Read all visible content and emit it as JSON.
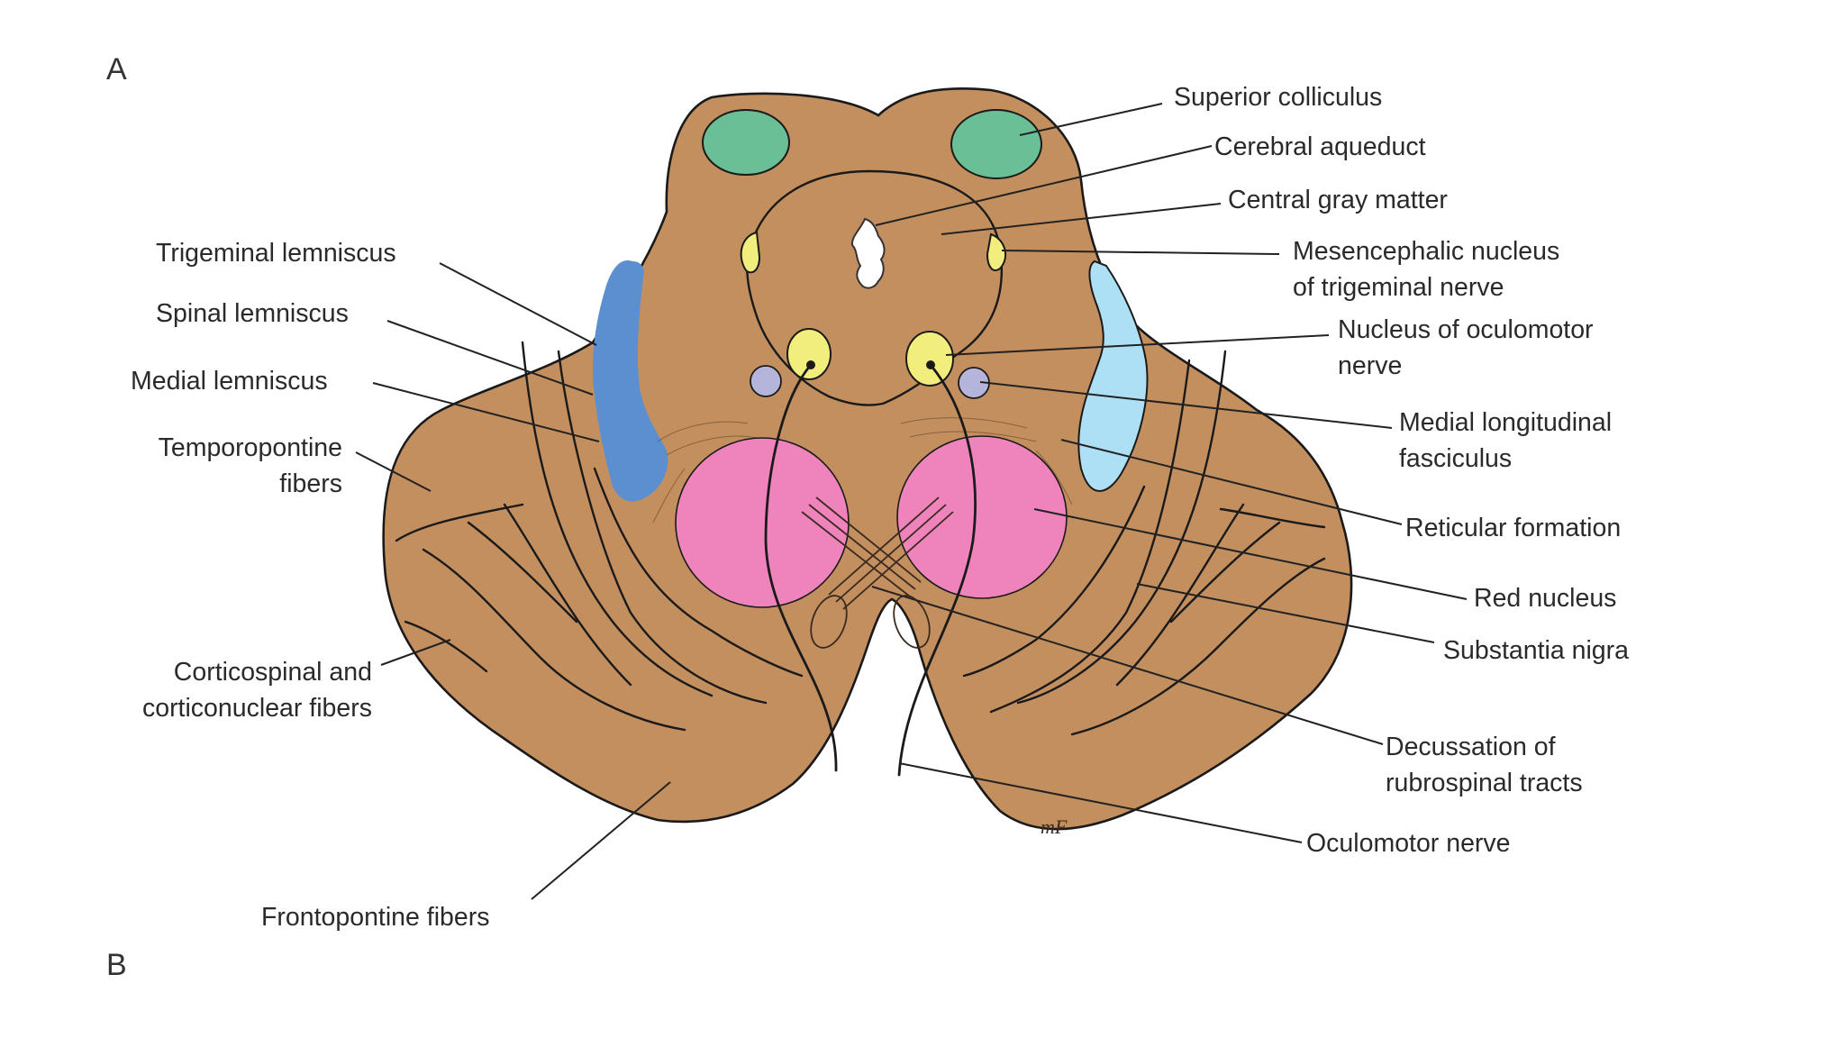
{
  "figure": {
    "corner_top": "A",
    "corner_bottom": "B",
    "signature": "mF"
  },
  "colors": {
    "tissue": "#C38F5E",
    "superior_colliculus": "#6ABF96",
    "trigeminal_lemniscus": "#5B8FD0",
    "medial_longitudinal_fasciculus_right": "#ADE0F4",
    "oculomotor_nucleus": "#F2EE7E",
    "mesencephalic_nucleus": "#F2EE7E",
    "mlf_dots": "#B5B5DC",
    "red_nucleus": "#EF84BD",
    "aqueduct": "#ffffff"
  },
  "labels": {
    "trigeminal_lemniscus": "Trigeminal lemniscus",
    "spinal_lemniscus": "Spinal lemniscus",
    "medial_lemniscus": "Medial lemniscus",
    "temporopontine_1": "Temporopontine",
    "temporopontine_2": "fibers",
    "corticospinal_1": "Corticospinal and",
    "corticospinal_2": "corticonuclear fibers",
    "frontopontine": "Frontopontine fibers",
    "superior_colliculus": "Superior colliculus",
    "cerebral_aqueduct": "Cerebral aqueduct",
    "central_gray": "Central gray matter",
    "mesencephalic_1": "Mesencephalic nucleus",
    "mesencephalic_2": "of trigeminal nerve",
    "oculomotor_nucleus_1": "Nucleus of oculomotor",
    "oculomotor_nucleus_2": "nerve",
    "mlf_1": "Medial longitudinal",
    "mlf_2": "fasciculus",
    "reticular": "Reticular formation",
    "red_nucleus": "Red nucleus",
    "substantia_nigra": "Substantia nigra",
    "decussation_1": "Decussation of",
    "decussation_2": "rubrospinal tracts",
    "oculomotor_nerve": "Oculomotor nerve"
  }
}
